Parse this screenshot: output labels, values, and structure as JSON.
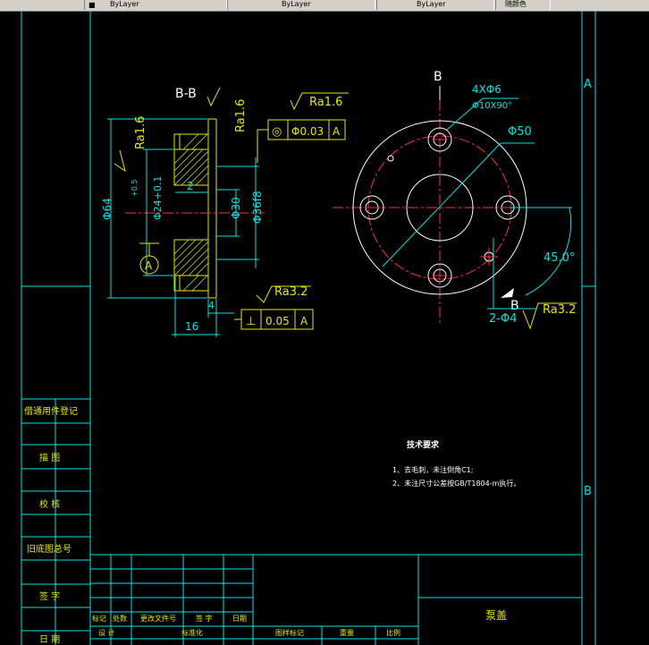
{
  "toolbar": {
    "cells": [
      "ByLayer",
      "ByLayer",
      "ByLayer",
      "随颜色"
    ]
  },
  "drawing": {
    "section_label": "B-B",
    "view_marker_top": "B",
    "view_marker_bottom": "B",
    "roughness": {
      "top": "Ra1.6",
      "vertical_right": "Ra1.6",
      "vertical_left": "Ra1.6",
      "bottom": "Ra3.2",
      "right_view": "Ra3.2"
    },
    "tolerance_top": {
      "symbol": "◎",
      "value": "Φ0.03",
      "datum": "A"
    },
    "tolerance_bottom": {
      "symbol": "⊥",
      "value": "0.05",
      "datum": "A"
    },
    "datum_label": "A",
    "dims": {
      "d64": "Φ64",
      "d24": "Φ24+0.1",
      "d24_tol": "+0.5",
      "d30": "Φ30",
      "d36": "Φ36f8",
      "w2": "2",
      "w4": "4",
      "w16": "16",
      "holes": "4XΦ6",
      "counterbore": "Φ10X90°",
      "d50": "Φ50",
      "angle": "45.0°",
      "pin_holes": "2-Φ4"
    },
    "title_block_name": "泵盖",
    "grid_markers": [
      "A",
      "B"
    ]
  },
  "tech_requirements": {
    "title": "技术要求",
    "items": [
      "1、去毛刺，未注倒角C1;",
      "2、未注尺寸公差按GB/T1804-m执行。"
    ]
  },
  "left_column": {
    "labels": [
      "借通用件登记",
      "描 图",
      "校 核",
      "旧底图总号",
      "签 字",
      "日 期"
    ]
  },
  "title_block": {
    "row1": [
      "标记",
      "处数",
      "更改文件号",
      "签 字",
      "日期"
    ],
    "row2": [
      "设 计",
      "",
      "标准化"
    ],
    "right_labels": [
      "图样标记",
      "重量",
      "比例"
    ]
  }
}
